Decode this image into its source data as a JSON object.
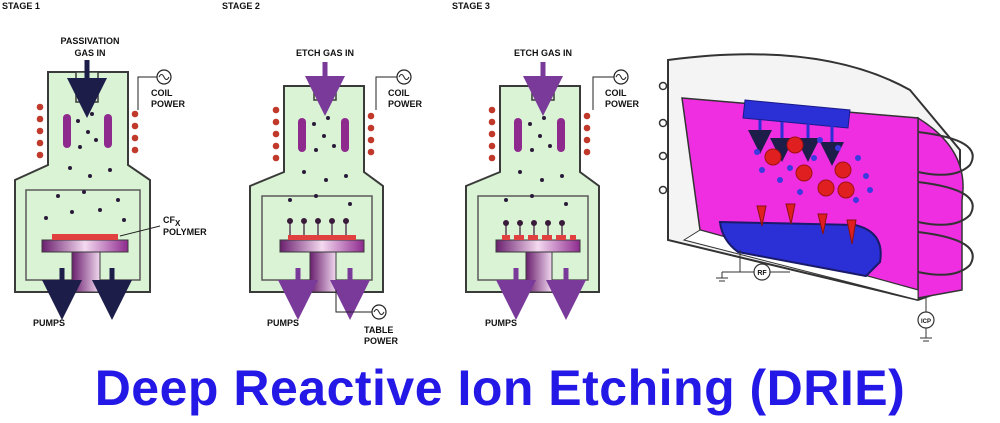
{
  "title": "Deep Reactive Ion Etching (DRIE)",
  "stages": [
    {
      "label": "STAGE 1",
      "gas_lines": [
        "PASSIVATION",
        "GAS IN"
      ],
      "coil_lines": [
        "COIL",
        "POWER"
      ],
      "layer_lines": [
        "CF",
        "X",
        "POLYMER"
      ],
      "pumps": "PUMPS"
    },
    {
      "label": "STAGE 2",
      "gas_lines": [
        "ETCH GAS IN"
      ],
      "coil_lines": [
        "COIL",
        "POWER"
      ],
      "pumps": "PUMPS",
      "table_lines": [
        "TABLE",
        "POWER"
      ]
    },
    {
      "label": "STAGE 3",
      "gas_lines": [
        "ETCH GAS IN"
      ],
      "coil_lines": [
        "COIL",
        "POWER"
      ],
      "pumps": "PUMPS"
    }
  ],
  "reactor": {
    "rf_label": "RF",
    "icp_label": "ICP"
  },
  "colors": {
    "chamber_fill": "#d9f3d4",
    "chamber_stroke": "#3a3a3a",
    "coil": "#c0392b",
    "electrode": "#8e2a8e",
    "arrow_dark": "#1d1d4a",
    "arrow_purple": "#7a3a9a",
    "plasma_magenta": "#ee2ee0",
    "wafer_blue": "#2b2fd6",
    "ion_red": "#e02020",
    "title_blue": "#2418e6"
  }
}
